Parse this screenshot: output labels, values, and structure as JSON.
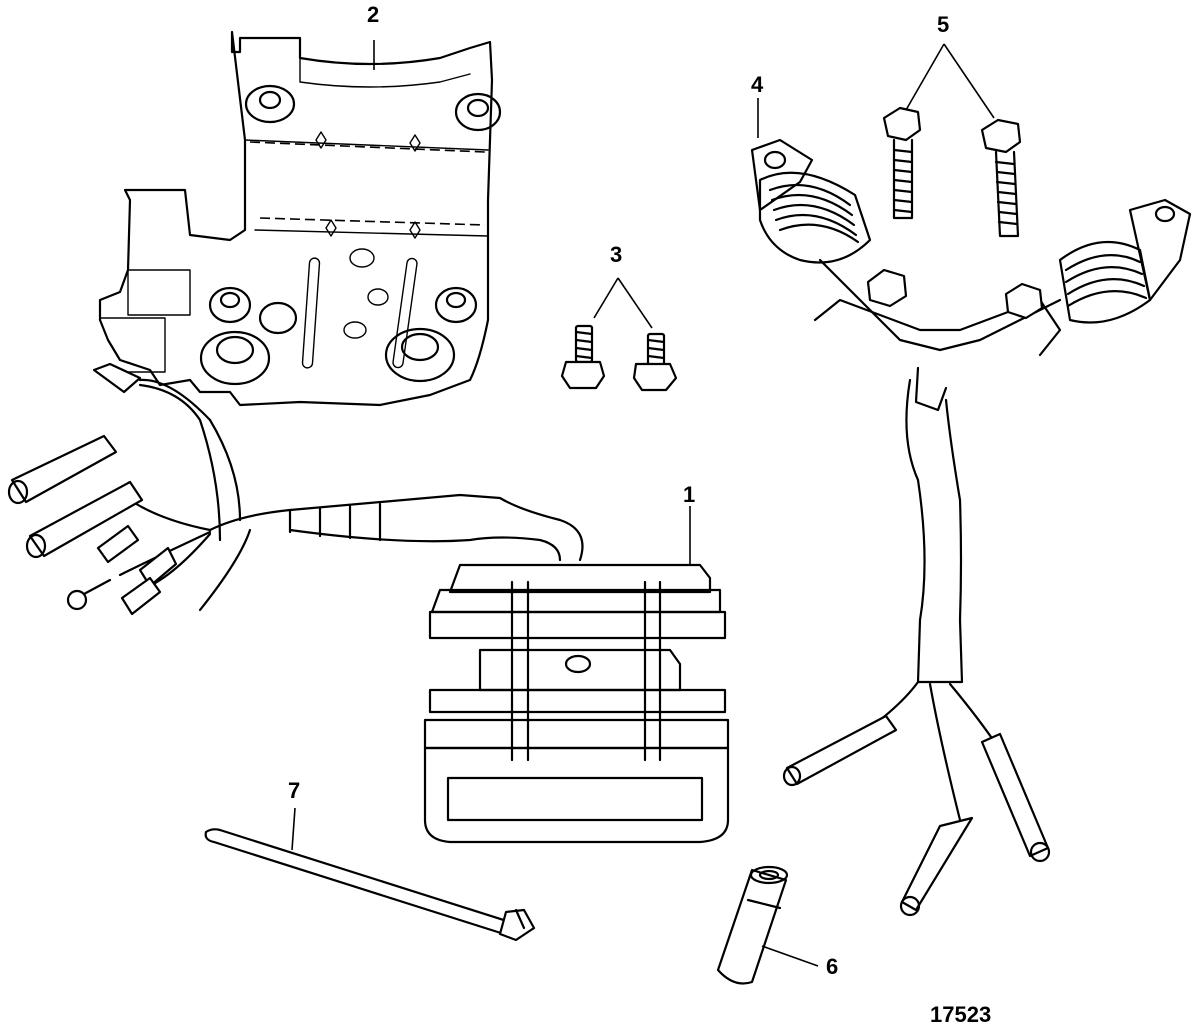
{
  "diagram": {
    "figure_number": "17523",
    "callouts": {
      "c1": "1",
      "c2": "2",
      "c3": "3",
      "c4": "4",
      "c5": "5",
      "c6": "6",
      "c7": "7"
    }
  }
}
